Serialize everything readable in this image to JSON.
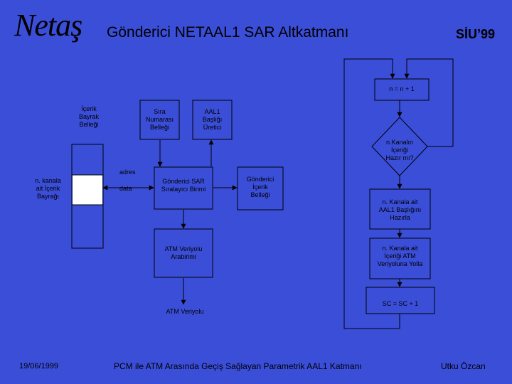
{
  "header": {
    "logo": "Netaş",
    "title": "Gönderici NETAAL1 SAR Altkatmanı",
    "code": "SİU’99"
  },
  "diagram": {
    "icerik_bayrak_bellegi": [
      "İçerik",
      "Bayrak",
      "Belleği"
    ],
    "sira_numarasi_bellegi": [
      "Sıra",
      "Numarası",
      "Belleği"
    ],
    "aal1_basligi_uretici": [
      "AAL1",
      "Başlığı",
      "Üretici"
    ],
    "kanala_ait_bayragi": [
      "n. kanala",
      "ait İçerik",
      "Bayrağı"
    ],
    "adres": "adres",
    "data": "data",
    "sar_siralayici": [
      "Gönderici SAR",
      "Sıralayıcı Birimi"
    ],
    "gonderici_icerik_bellegi": [
      "Gönderici",
      "İçerik",
      "Belleği"
    ],
    "atm_arabirimi": [
      "ATM Veriyolu",
      "Arabirimi"
    ],
    "atm_veriyolu": "ATM Veriyolu",
    "n_inc": "n = n + 1",
    "decision": [
      "n.Kanalın",
      "İçeriği",
      "Hazır mı?"
    ],
    "basligi_hazirla": [
      "n. Kanala ait",
      "AAL1 Başlığını",
      "Hazırla"
    ],
    "veriyoluna_yolla": [
      "n. Kanala ait",
      "İçeriği ATM",
      "Veriyoluna Yolla"
    ],
    "sc_inc": "SC = SC + 1"
  },
  "footer": {
    "date": "19/06/1999",
    "subject": "PCM ile ATM Arasında Geçiş Sağlayan Parametrik AAL1 Katmanı",
    "author": "Utku Özcan"
  }
}
